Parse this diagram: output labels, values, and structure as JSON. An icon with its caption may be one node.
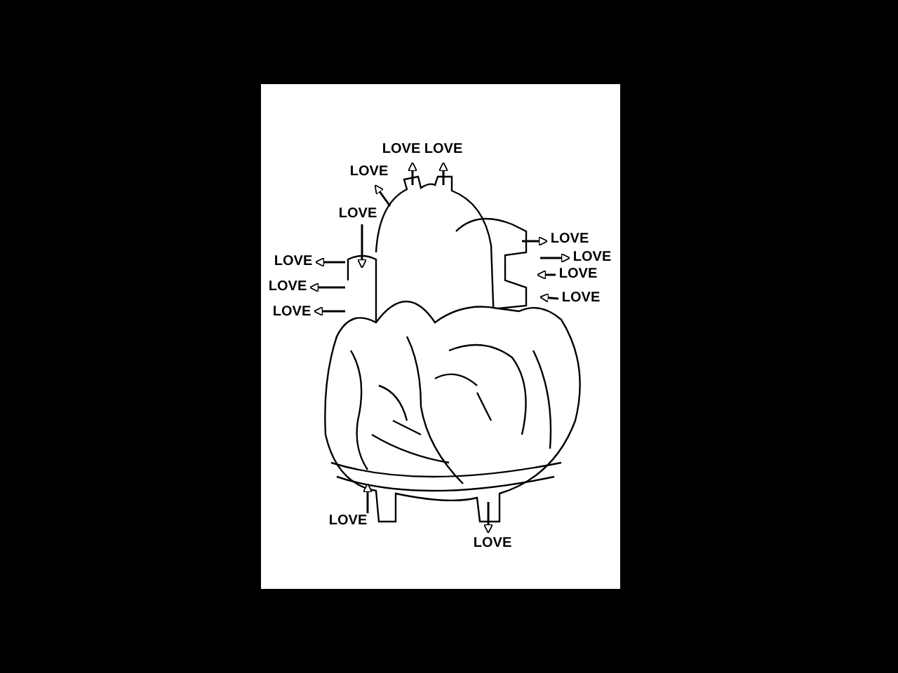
{
  "diagram": {
    "labels": [
      "LOVE",
      "LOVE",
      "LOVE",
      "LOVE",
      "LOVE",
      "LOVE",
      "LOVE",
      "LOVE",
      "LOVE",
      "LOVE",
      "LOVE",
      "LOVE",
      "LOVE"
    ]
  }
}
